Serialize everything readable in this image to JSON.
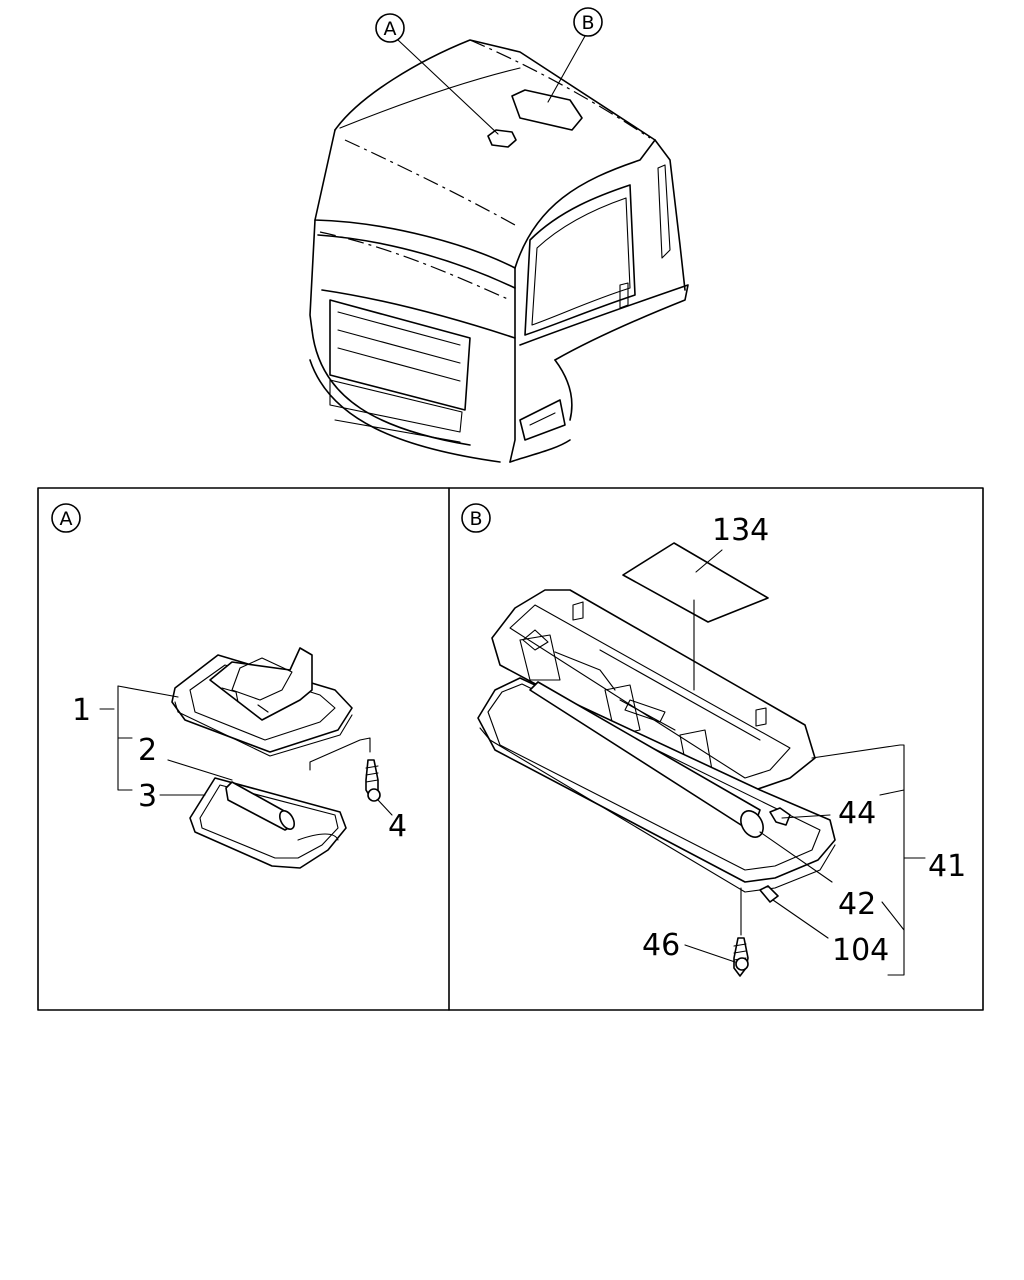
{
  "callouts": {
    "top_a": "A",
    "top_b": "B",
    "panel_a": "A",
    "panel_b": "B"
  },
  "panel_a_parts": {
    "p1": "1",
    "p2": "2",
    "p3": "3",
    "p4": "4"
  },
  "panel_b_parts": {
    "p134": "134",
    "p44": "44",
    "p41": "41",
    "p42": "42",
    "p46": "46",
    "p104": "104"
  }
}
